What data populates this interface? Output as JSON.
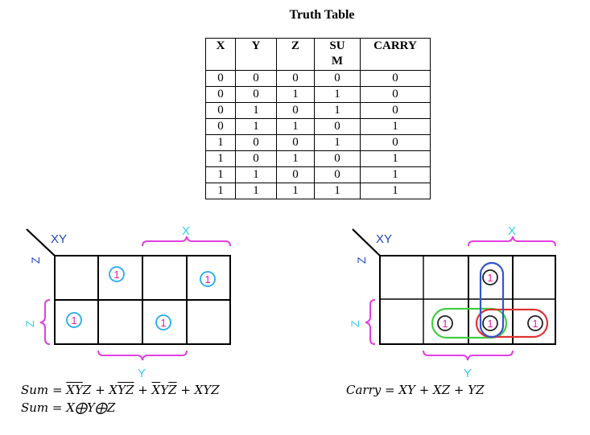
{
  "truth_table": {
    "title": "Truth Table",
    "headers": [
      "X",
      "Y",
      "Z",
      "SU M",
      "CARRY"
    ],
    "rows": [
      [
        "0",
        "0",
        "0",
        "0",
        "0"
      ],
      [
        "0",
        "0",
        "1",
        "1",
        "0"
      ],
      [
        "0",
        "1",
        "0",
        "1",
        "0"
      ],
      [
        "0",
        "1",
        "1",
        "0",
        "1"
      ],
      [
        "1",
        "0",
        "0",
        "1",
        "0"
      ],
      [
        "1",
        "0",
        "1",
        "0",
        "1"
      ],
      [
        "1",
        "1",
        "0",
        "0",
        "1"
      ],
      [
        "1",
        "1",
        "1",
        "1",
        "1"
      ]
    ]
  },
  "kmap_sum": {
    "corner_rows": "XY",
    "corner_cols": "Z",
    "brace_top": "X",
    "brace_left": "Z",
    "brace_bottom": "Y",
    "one": "1",
    "equation_lhs": "Sum",
    "equation_xor": "Sum = X⨁Y⨁Z"
  },
  "kmap_carry": {
    "corner_rows": "XY",
    "corner_cols": "Z",
    "brace_top": "X",
    "brace_left": "Z",
    "brace_bottom": "Y",
    "one": "1",
    "equation": "Carry = XY + XZ + YZ"
  },
  "colors": {
    "brace": "#e040e0",
    "brace_letter": "#33ccee",
    "one_circle": "#22aaee",
    "one_text": "#e020a0",
    "loop_green": "#44cc44",
    "loop_red": "#dd3333",
    "loop_blue": "#3355cc",
    "carry_circle": "#222222",
    "corner_text": "#2244bb"
  }
}
